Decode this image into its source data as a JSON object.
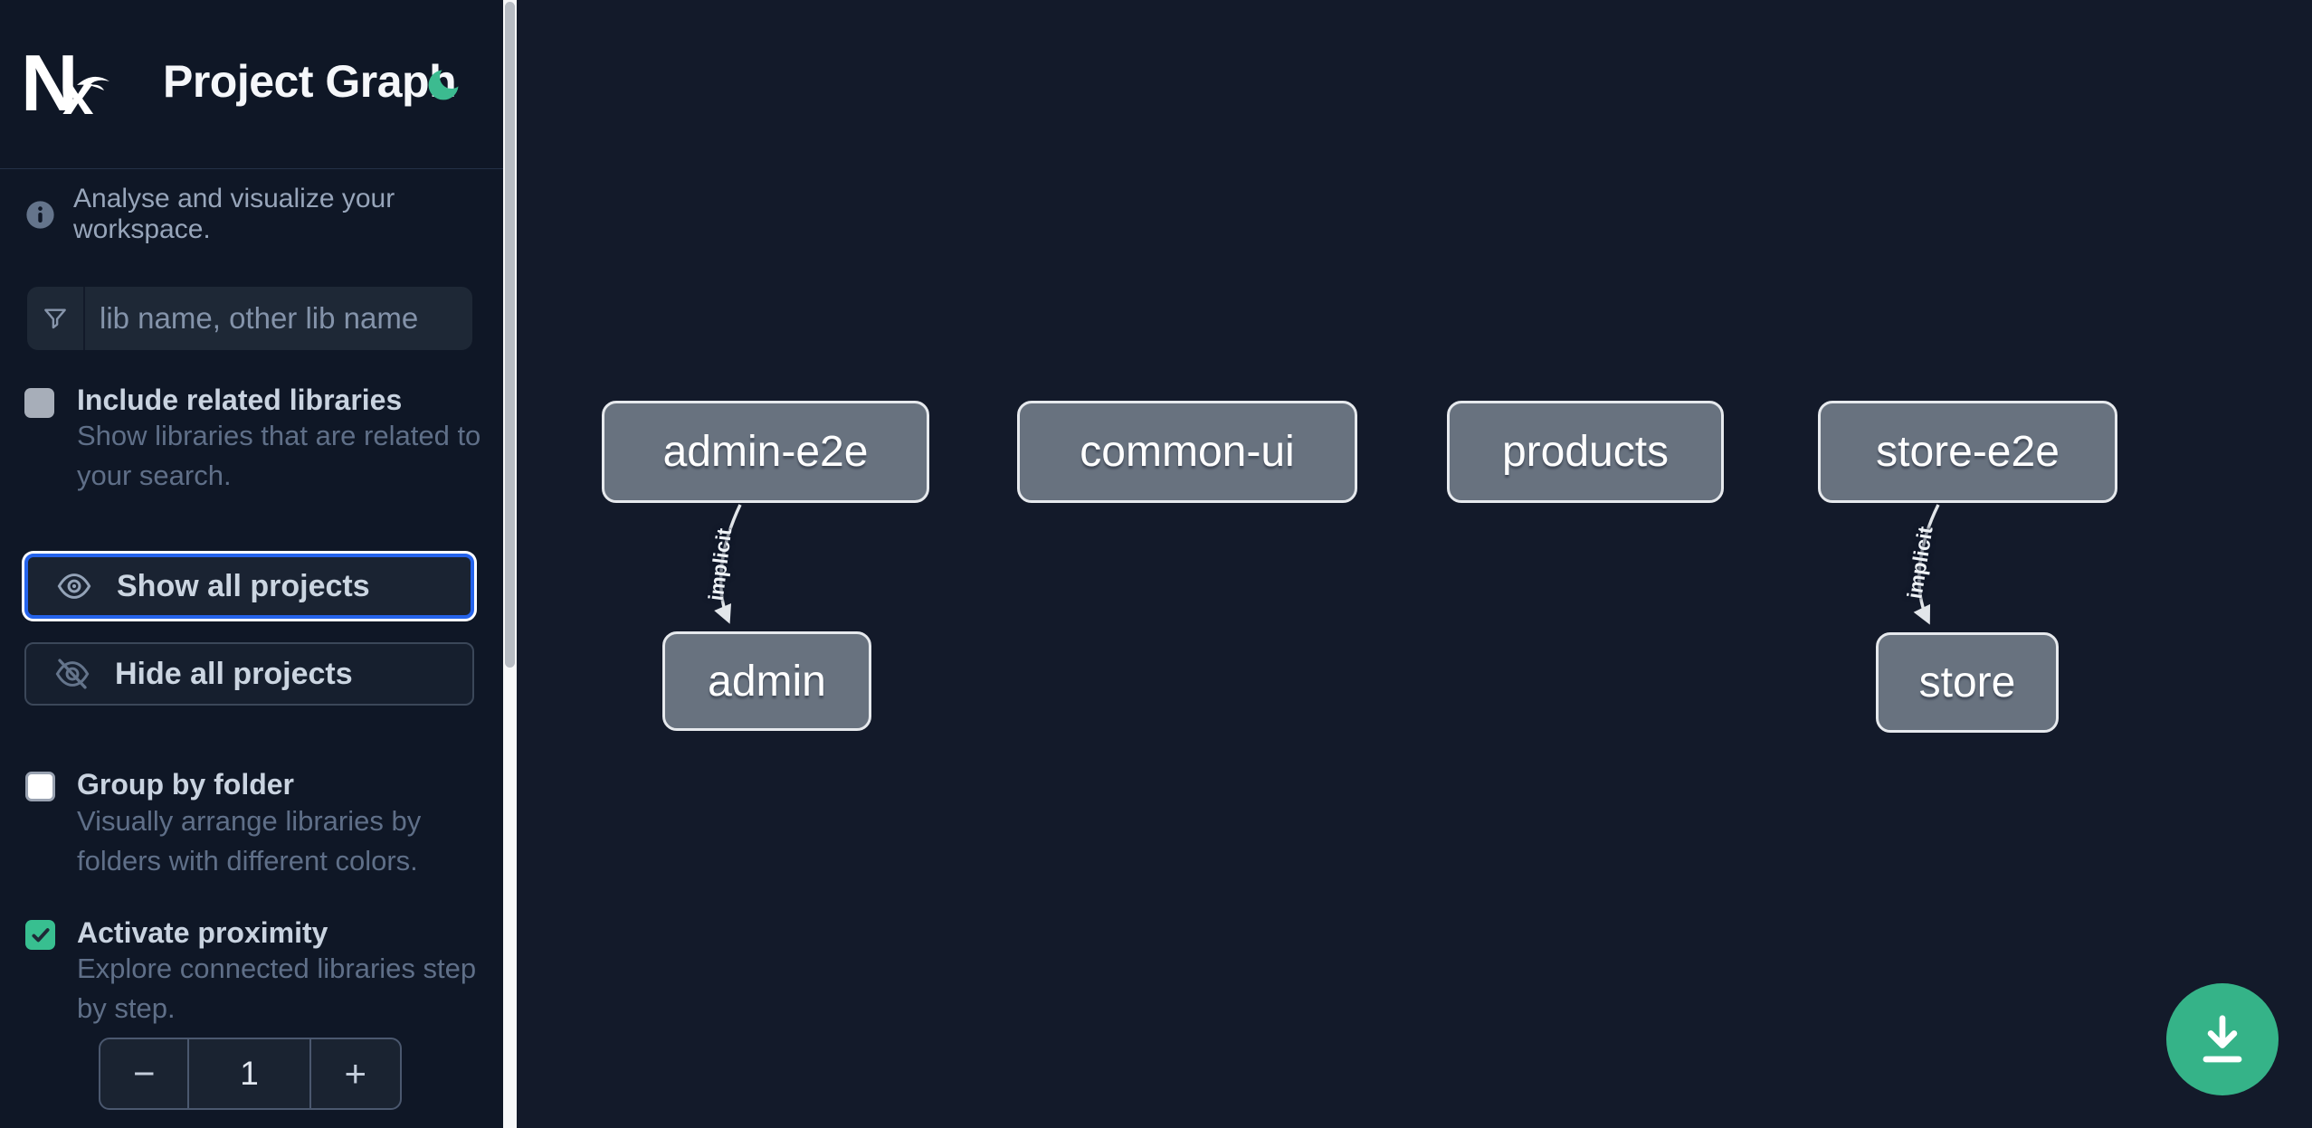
{
  "header": {
    "title": "Project Graph",
    "logo": "Nx",
    "theme_toggle_icon": "moon-icon"
  },
  "sidebar": {
    "info_text": "Analyse and visualize your workspace.",
    "search": {
      "placeholder": "lib name, other lib name",
      "icon": "funnel-filter-icon"
    },
    "options": [
      {
        "label": "Include related libraries",
        "description": "Show libraries that are related to your search.",
        "checked": false
      },
      {
        "label": "Group by folder",
        "description": "Visually arrange libraries by folders with different colors.",
        "checked": false
      },
      {
        "label": "Activate proximity",
        "description": "Explore connected libraries step by step.",
        "checked": true
      }
    ],
    "buttons": [
      {
        "label": "Show all projects",
        "icon": "eye-icon",
        "focused": true
      },
      {
        "label": "Hide all projects",
        "icon": "eye-off-icon",
        "focused": false
      }
    ],
    "stepper": {
      "decrement": "−",
      "value": "1",
      "increment": "+"
    }
  },
  "graph": {
    "nodes": [
      {
        "id": "admin-e2e",
        "label": "admin-e2e"
      },
      {
        "id": "common-ui",
        "label": "common-ui"
      },
      {
        "id": "products",
        "label": "products"
      },
      {
        "id": "store-e2e",
        "label": "store-e2e"
      },
      {
        "id": "admin",
        "label": "admin"
      },
      {
        "id": "store",
        "label": "store"
      }
    ],
    "edges": [
      {
        "source": "admin-e2e",
        "target": "admin",
        "label": "implicit"
      },
      {
        "source": "store-e2e",
        "target": "store",
        "label": "implicit"
      }
    ]
  },
  "fab": {
    "icon": "download-icon"
  },
  "colors": {
    "sidebar_bg": "#0f1726",
    "canvas_bg": "#131a2a",
    "accent_green": "#38bf90",
    "focus_blue": "#2563eb",
    "node_fill": "#68727f",
    "node_border": "#e6e9ed",
    "fab_green": "#35b388",
    "text_primary": "#cbd5e1",
    "text_muted": "#5f6f88"
  }
}
